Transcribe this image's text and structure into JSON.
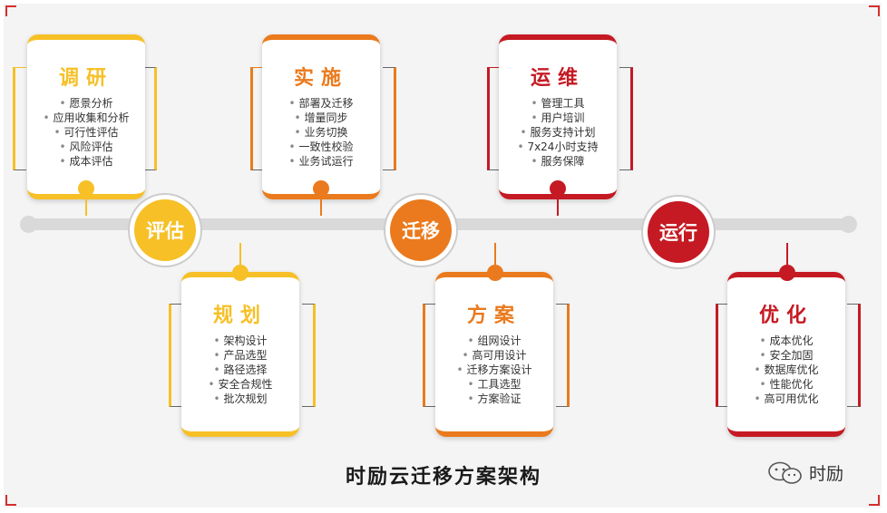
{
  "title": "时励云迁移方案架构",
  "brand": {
    "name": "时励",
    "icon": "wechat-icon"
  },
  "colors": {
    "yellow": "#f6c026",
    "orange": "#ea7a1d",
    "red": "#c51a23"
  },
  "phases": [
    {
      "label": "评估",
      "color": "#f6c026"
    },
    {
      "label": "迁移",
      "color": "#ea7a1d"
    },
    {
      "label": "运行",
      "color": "#c51a23"
    }
  ],
  "cards": [
    {
      "title": "调研",
      "color": "#f6c026",
      "items": [
        "愿景分析",
        "应用收集和分析",
        "可行性评估",
        "风险评估",
        "成本评估"
      ]
    },
    {
      "title": "规划",
      "color": "#f6c026",
      "items": [
        "架构设计",
        "产品选型",
        "路径选择",
        "安全合规性",
        "批次规划"
      ]
    },
    {
      "title": "实施",
      "color": "#ea7a1d",
      "items": [
        "部署及迁移",
        "增量同步",
        "业务切换",
        "一致性校验",
        "业务试运行"
      ]
    },
    {
      "title": "方案",
      "color": "#ea7a1d",
      "items": [
        "组网设计",
        "高可用设计",
        "迁移方案设计",
        "工具选型",
        "方案验证"
      ]
    },
    {
      "title": "运维",
      "color": "#c51a23",
      "items": [
        "管理工具",
        "用户培训",
        "服务支持计划",
        "7x24小时支持",
        "服务保障"
      ]
    },
    {
      "title": "优化",
      "color": "#c51a23",
      "items": [
        "成本优化",
        "安全加固",
        "数据库优化",
        "性能优化",
        "高可用优化"
      ]
    }
  ]
}
